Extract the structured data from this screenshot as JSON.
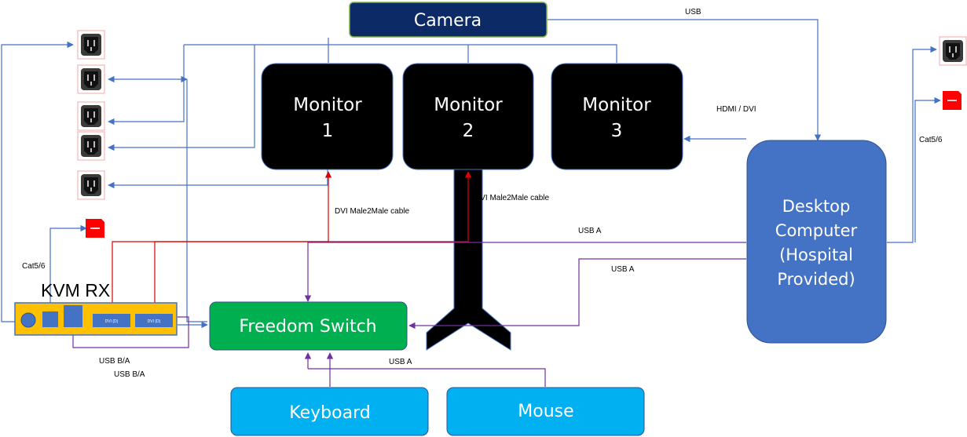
{
  "nodes": {
    "camera": "Camera",
    "monitor1": {
      "line1": "Monitor",
      "line2": "1"
    },
    "monitor2": {
      "line1": "Monitor",
      "line2": "2"
    },
    "monitor3": {
      "line1": "Monitor",
      "line2": "3"
    },
    "desktop": {
      "line1": "Desktop",
      "line2": "Computer",
      "line3": "(Hospital",
      "line4": "Provided)"
    },
    "freedom_switch": "Freedom Switch",
    "keyboard": "Keyboard",
    "mouse": "Mouse",
    "kvm_rx": "KVM RX"
  },
  "kvm_ports": {
    "dvi1": "DVI (D)",
    "dvi2": "DVI (D)"
  },
  "edge_labels": {
    "usb_camera": "USB",
    "hdmi_dvi": "HDMI / DVI",
    "cat56_right": "Cat5/6",
    "cat56_left": "Cat5/6",
    "dvi_cable_1": "DVI Male2Male cable",
    "dvi_cable_2": "DVI Male2Male cable",
    "usb_a_top": "USB A",
    "usb_a_mid": "USB A",
    "usb_a_bottom": "USB A",
    "usb_ba_1": "USB B/A",
    "usb_ba_2": "USB B/A"
  },
  "colors": {
    "camera_fill": "#0b2a66",
    "camera_border": "#7fb040",
    "monitor_fill": "#000000",
    "desktop_fill": "#4472c4",
    "freedom_fill": "#00b050",
    "peripheral_fill": "#00b0f0",
    "kvm_fill": "#ffc000",
    "kvm_port_fill": "#4472c4",
    "line_blue": "#4472c4",
    "line_purple": "#7030a0",
    "line_red": "#e00000",
    "outlet_red": "#ff0000"
  },
  "icons": {
    "power_outlet": "power-outlet-icon",
    "network_port": "network-port-icon"
  }
}
